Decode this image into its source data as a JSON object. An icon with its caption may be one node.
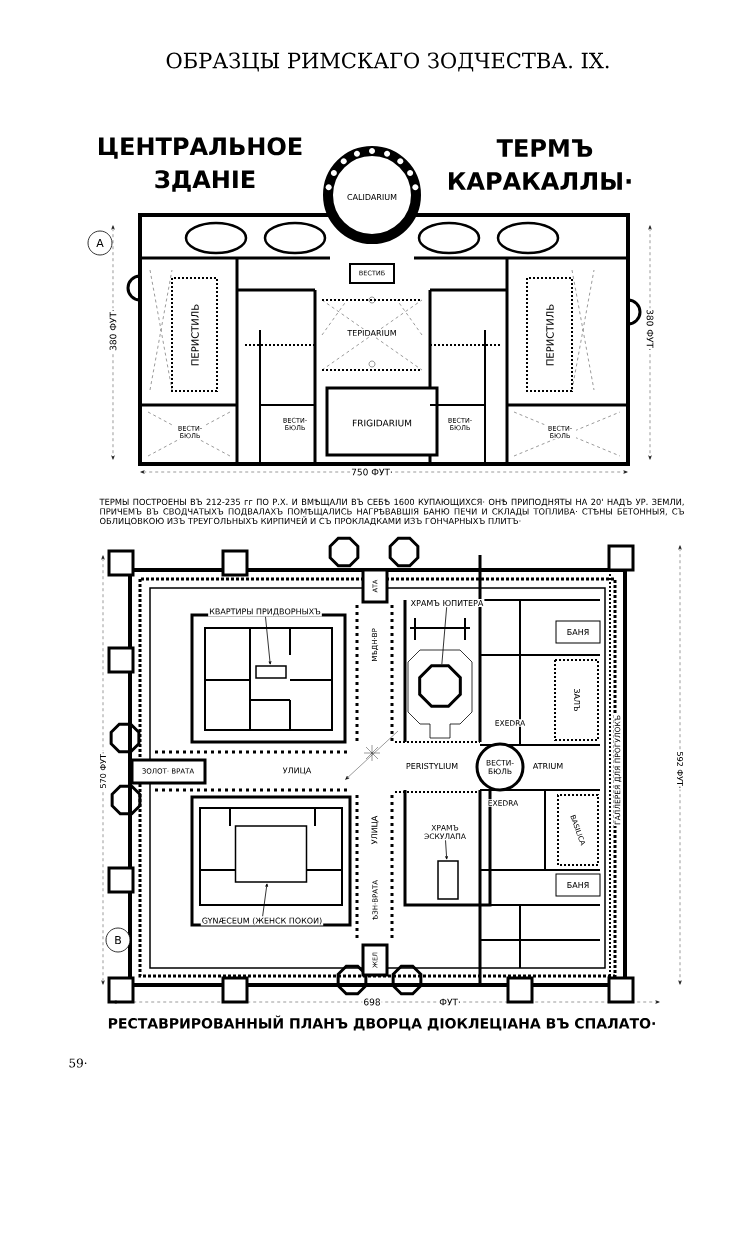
{
  "diagram": {
    "title": "ОБРАЗЦЫ РИМСКАГО ЗОДЧЕСТВА. IX.",
    "caption": "РЕСТАВРИРОВАННЫЙ ПЛАНЪ ДВОРЦА ДІОКЛЕЦІАНА ВЪ СПАЛАТО·",
    "nodes": [
      {
        "text": [
          "КВАРТИРЫ ПРИДВОРНЫХЪ"
        ]
      },
      {
        "text": [],
        "shape": "box"
      },
      {
        "text": [
          "ХРАМЪ ЮПИТЕРА"
        ]
      },
      {
        "text": [],
        "shape": "octagon"
      },
      {
        "text": [
          "ХРАМЪ ЭСКУЛАПА"
        ]
      },
      {
        "text": [],
        "shape": "box"
      },
      {
        "text": [
          "GYNÆCEUM (ЖЕНСК ПОКОИ)"
        ]
      },
      {
        "text": [],
        "shape": "box"
      }
    ],
    "edges": [
      {
        "from": 0,
        "to": 1,
        "arrow": "to"
      },
      {
        "from": 2,
        "to": 3,
        "arrow": "none"
      },
      {
        "from": 4,
        "to": 5,
        "arrow": "to"
      },
      {
        "from": 6,
        "to": 7,
        "arrow": "to"
      }
    ],
    "labels": [
      "ЦЕНТРАЛЬНОЕ",
      "ТЕРМЪ",
      "ЗДАНІЕ",
      "КАРАКАЛЛЫ·",
      "CALIDARIUM",
      "A",
      "ВЕСТИБ",
      "ПЕРИСТИЛЬ",
      "TEPIDARIUM",
      "ПЕРИСТИЛЬ",
      "380 ФУТ·",
      "380 ФУТ·",
      "ВЕСТИ-БЮЛЬ",
      "ВЕСТИ-БЮЛЬ",
      "FRIGIDARIUM",
      "ВЕСТИ-БЮЛЬ",
      "ВЕСТИ-БЮЛЬ",
      "750 ФУТ·",
      "ТЕРМЫ ПОСТРОЕНЫ ВЪ 212-235 гг ПО Р.Х. И ВМѢЩАЛИ ВЪ СЕБѢ 1600 КУПАЮЩИХСЯ· ОНѢ ПРИПОДНЯТЫ НА 20' НАДЪ УР. ЗЕМЛИ, ПРИЧЕМЪ ВЪ СВОДЧАТЫХЪ ПОДВАЛАХЪ ПОМѢЩАЛИСЬ НАГРѢВАВШІЯ БАНЮ ПЕЧИ И СКЛАДЫ ТОПЛИВА· СТѢНЫ БЕТОННЫЯ, СЪ ОБЛИЦОВКОЮ ИЗЪ ТРЕУГОЛЬНЫХЪ КИРПИЧЕЙ И СЪ ПРОКЛАДКАМИ ИЗЪ ГОНЧАРНЫХЪ ПЛИТЪ·",
      "АТА",
      "МѢДН·ВР",
      "БАНЯ",
      "ЗАЛЪ",
      "EXEDRA",
      "ЗОЛОТ· ВРАТА",
      "УЛИЦА",
      "PERISTYLIUM",
      "ВЕСТИ-БЮЛЬ",
      "ATRIUM",
      "ГАЛЛЕРЕЯ ДЛЯ ПРОГУЛОКЪ",
      "592 ФУТ·",
      "570 ФУТ·",
      "EXEDRA",
      "BASILICA",
      "УЛИЦА",
      "ѢЗН·ВРАТА",
      "БАНЯ",
      "ЖЕЛ",
      "B",
      "698",
      "ФУТ·",
      "59·"
    ]
  }
}
